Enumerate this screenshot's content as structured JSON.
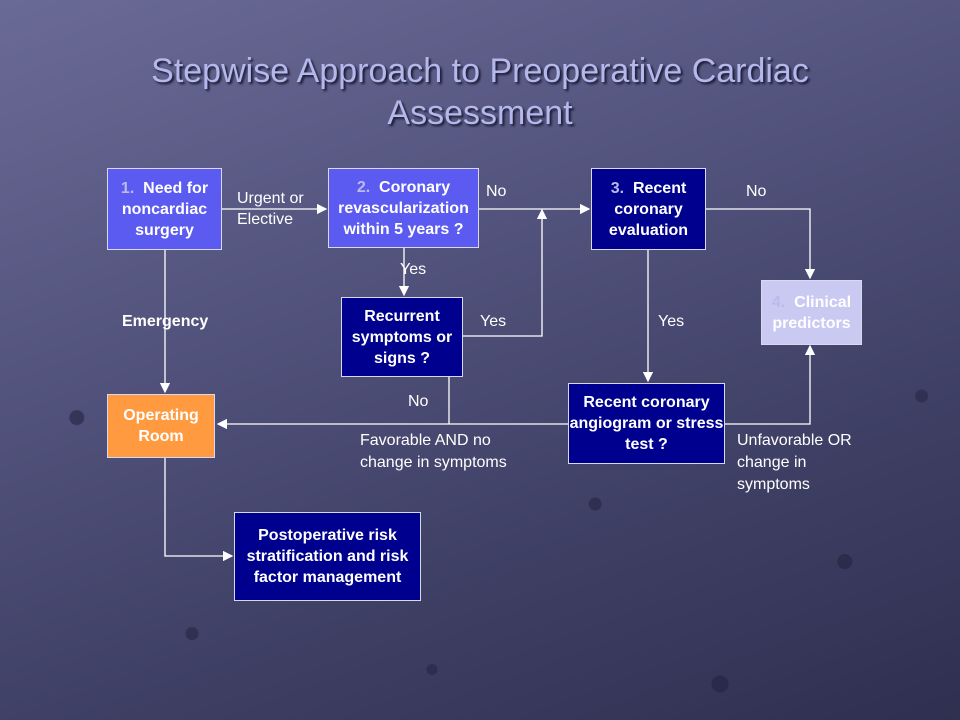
{
  "title": "Stepwise Approach to Preoperative Cardiac Assessment",
  "boxes": {
    "need": {
      "num": "1.",
      "text": "Need for noncardiac surgery"
    },
    "coronary": {
      "num": "2.",
      "text": "Coronary revascularization within 5 years ?"
    },
    "recent_eval": {
      "num": "3.",
      "text": "Recent coronary evaluation"
    },
    "clinical": {
      "num": "4.",
      "text": "Clinical predictors"
    },
    "recurrent": {
      "text": "Recurrent symptoms or signs ?"
    },
    "operating": {
      "text": "Operating Room"
    },
    "angiogram": {
      "text": "Recent coronary angiogram or stress test ?"
    },
    "postop": {
      "text": "Postoperative risk stratification and risk factor management"
    }
  },
  "labels": {
    "urgent_elective": "Urgent or Elective",
    "emergency": "Emergency",
    "no_top": "No",
    "no_right": "No",
    "yes_mid": "Yes",
    "yes_recurrent": "Yes",
    "yes_eval": "Yes",
    "no_recurrent": "No",
    "favorable": "Favorable AND no change in symptoms",
    "unfavorable": "Unfavorable OR change in symptoms"
  },
  "colors": {
    "step_box": "#5b5bf2",
    "question_box": "#00008f",
    "clinical_box": "#c9c9f2",
    "operating_box": "#ff9a40",
    "line": "#ffffff"
  }
}
